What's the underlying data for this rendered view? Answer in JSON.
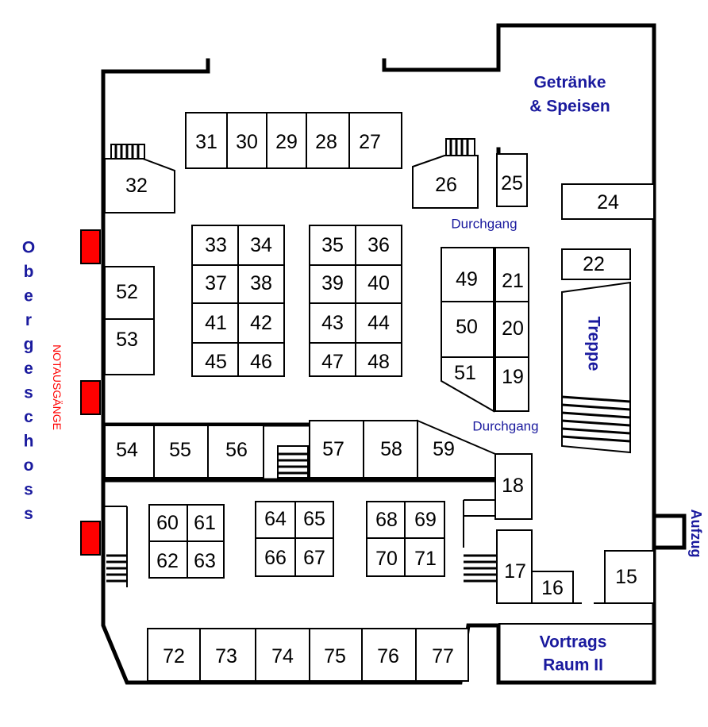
{
  "labels": {
    "floor_name": "Obergeschoss",
    "emergency_exits": "NOTAUSGÄNGE",
    "food": "Getränke",
    "food_2": "& Speisen",
    "passage_top": "Durchgang",
    "passage_mid": "Durchgang",
    "stairs": "Treppe",
    "elevator": "Aufzug",
    "lecture_room": "Vortrags",
    "lecture_room_2": "Raum II"
  },
  "booths": {
    "b15": "15",
    "b16": "16",
    "b17": "17",
    "b18": "18",
    "b19": "19",
    "b20": "20",
    "b21": "21",
    "b22": "22",
    "b24": "24",
    "b25": "25",
    "b26": "26",
    "b27": "27",
    "b28": "28",
    "b29": "29",
    "b30": "30",
    "b31": "31",
    "b32": "32",
    "b33": "33",
    "b34": "34",
    "b35": "35",
    "b36": "36",
    "b37": "37",
    "b38": "38",
    "b39": "39",
    "b40": "40",
    "b41": "41",
    "b42": "42",
    "b43": "43",
    "b44": "44",
    "b45": "45",
    "b46": "46",
    "b47": "47",
    "b48": "48",
    "b49": "49",
    "b50": "50",
    "b51": "51",
    "b52": "52",
    "b53": "53",
    "b54": "54",
    "b55": "55",
    "b56": "56",
    "b57": "57",
    "b58": "58",
    "b59": "59",
    "b60": "60",
    "b61": "61",
    "b62": "62",
    "b63": "63",
    "b64": "64",
    "b65": "65",
    "b66": "66",
    "b67": "67",
    "b68": "68",
    "b69": "69",
    "b70": "70",
    "b71": "71",
    "b72": "72",
    "b73": "73",
    "b74": "74",
    "b75": "75",
    "b76": "76",
    "b77": "77"
  }
}
